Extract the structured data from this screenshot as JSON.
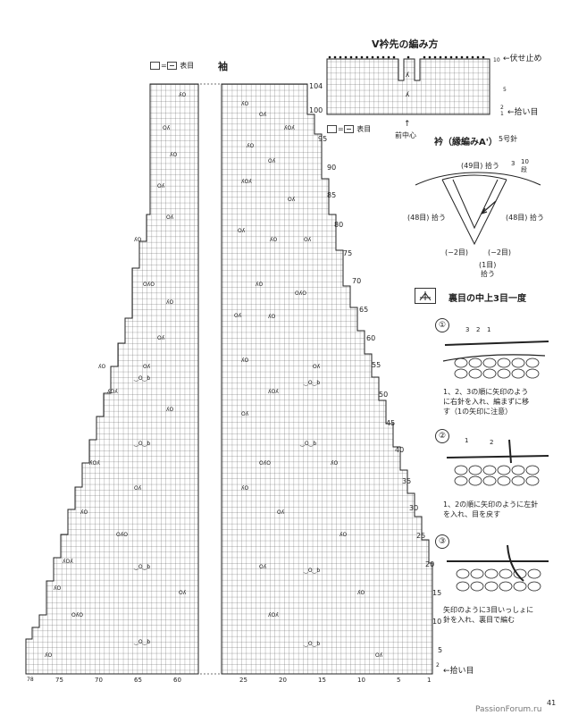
{
  "sleeve": {
    "title": "袖",
    "legend": "表目",
    "row_labels": [
      "5",
      "10",
      "15",
      "20",
      "25",
      "30",
      "35",
      "40",
      "45",
      "50",
      "55",
      "60",
      "65",
      "70",
      "75",
      "80",
      "85",
      "90",
      "95",
      "100",
      "104"
    ],
    "col_labels": [
      "78",
      "75",
      "70",
      "65",
      "60",
      "25",
      "20",
      "15",
      "10",
      "5",
      "1"
    ],
    "bottom_row_label": "2",
    "pickup_label": "拾い目"
  },
  "vneck_chart": {
    "title": "V衿先の編み方",
    "bind_off": "伏せ止め",
    "row_labels": [
      "10",
      "5",
      "2",
      "1"
    ],
    "pickup_label": "拾い目",
    "legend": "表目",
    "center_label": "前中心"
  },
  "collar": {
    "title": "衿（縁編みA'）",
    "needle": "5号針",
    "count_top": "(49目) 拾う",
    "count_left": "(48目) 拾う",
    "count_right": "(48目) 拾う",
    "dec_left": "(−2目)",
    "dec_right": "(−2目)",
    "center_count": "(1目)",
    "center_pick": "拾う",
    "rows_num": "3",
    "rows_total": "10",
    "rows_unit": "段"
  },
  "technique": {
    "title": "裏目の中上3目一度",
    "steps": [
      {
        "num": "①",
        "text": [
          "1、2、3の順に矢印のよう",
          "に右針を入れ、編まずに移",
          "す（1の矢印に注意）"
        ],
        "labels": [
          "3",
          "2",
          "1"
        ]
      },
      {
        "num": "②",
        "text": [
          "1、2の順に矢印のように左針",
          "を入れ、目を戻す"
        ],
        "labels": [
          "1",
          "2"
        ]
      },
      {
        "num": "③",
        "text": [
          "矢印のように3目いっしょに",
          "針を入れ、裏目で編む"
        ],
        "labels": []
      }
    ]
  },
  "footer": {
    "page_number": "41",
    "watermark": "PassionForum.ru"
  }
}
